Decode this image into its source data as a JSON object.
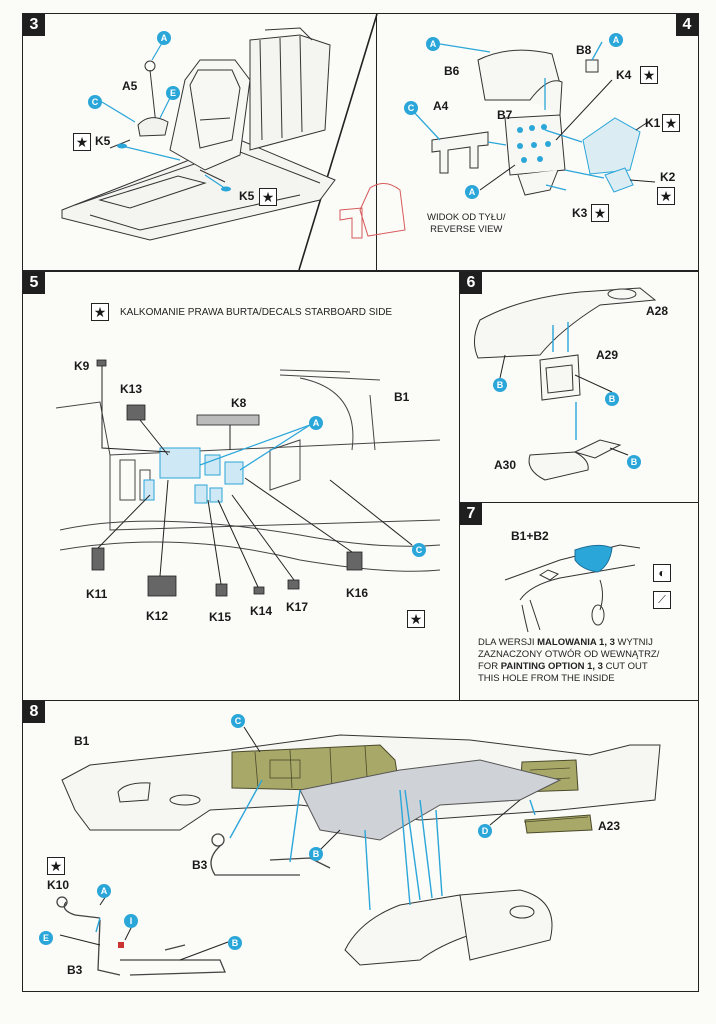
{
  "colors": {
    "accent": "#2ba6d9",
    "part_green": "#a8a869",
    "part_grey": "#cfd2d6",
    "outline": "#3a3a3a",
    "hole_blue": "#2ba6d9"
  },
  "step3": {
    "number": "3",
    "labels": {
      "a5": "A5",
      "k5a": "K5",
      "k5b": "K5"
    },
    "bubbles": [
      "A",
      "E",
      "C"
    ]
  },
  "step4": {
    "number": "4",
    "labels": {
      "b6": "B6",
      "b8": "B8",
      "k4": "K4",
      "a4": "A4",
      "b7": "B7",
      "k1": "K1",
      "k2": "K2",
      "k3": "K3"
    },
    "bubbles": [
      "A",
      "A",
      "C",
      "A"
    ],
    "note": [
      "WIDOK OD TYŁU/",
      "REVERSE VIEW"
    ]
  },
  "step5": {
    "number": "5",
    "header": "KALKOMANIE PRAWA BURTA/DECALS STARBOARD SIDE",
    "labels": {
      "k9": "K9",
      "k13": "K13",
      "k8": "K8",
      "b1": "B1",
      "k11": "K11",
      "k12": "K12",
      "k15": "K15",
      "k14": "K14",
      "k17": "K17",
      "k16": "K16"
    },
    "bubbles": [
      "A",
      "C"
    ]
  },
  "step6": {
    "number": "6",
    "labels": {
      "a28": "A28",
      "a29": "A29",
      "a30": "A30"
    },
    "bubbles": [
      "B",
      "B",
      "B"
    ]
  },
  "step7": {
    "number": "7",
    "labels": {
      "b1b2": "B1+B2"
    },
    "note": {
      "l1a": "DLA WERSJI ",
      "l1b": "MALOWANIA 1, 3",
      "l1c": " WYTNIJ",
      "l2": "ZAZNACZONY OTWÓR OD WEWNĄTRZ/",
      "l3a": "FOR ",
      "l3b": "PAINTING OPTION 1, 3",
      "l3c": " CUT OUT",
      "l4": "THIS HOLE FROM THE INSIDE"
    }
  },
  "step8": {
    "number": "8",
    "labels": {
      "b1": "B1",
      "a23": "A23",
      "b3a": "B3",
      "k10": "K10",
      "b3b": "B3"
    },
    "bubbles": [
      "C",
      "D",
      "B",
      "A",
      "E",
      "I",
      "B"
    ]
  }
}
